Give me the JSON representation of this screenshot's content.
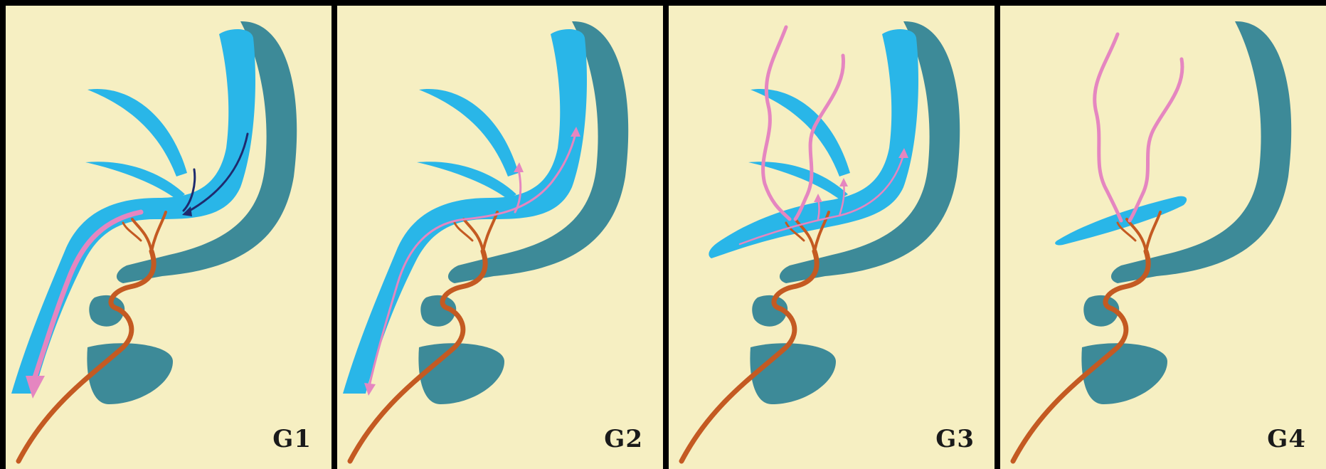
{
  "panels": [
    {
      "label": "G1"
    },
    {
      "label": "G2"
    },
    {
      "label": "G3"
    },
    {
      "label": "G4"
    }
  ],
  "colors": {
    "background": "#f6efc2",
    "vein": "#29b6e8",
    "sinus": "#3d8a98",
    "artery": "#c45a22",
    "flow_arrow": "#e586c0",
    "normal_flow_arrow": "#1e2a6e"
  }
}
